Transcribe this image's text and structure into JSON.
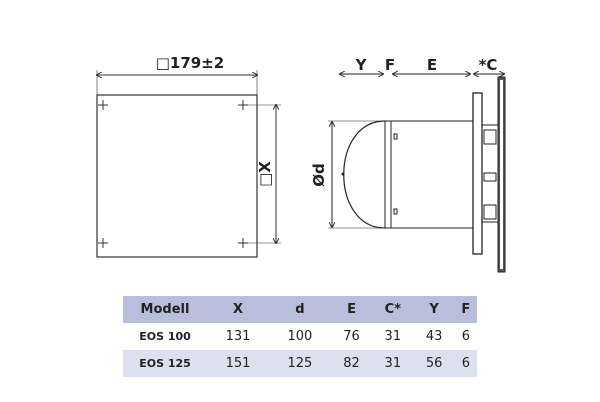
{
  "front_view": {
    "width_label": "□179±2",
    "height_label": "□X"
  },
  "side_view": {
    "labels": {
      "y": "Y",
      "f": "F",
      "e": "E",
      "c": "*C",
      "d": "Ød"
    }
  },
  "table": {
    "headers": [
      "Modell",
      "X",
      "d",
      "E",
      "C*",
      "Y",
      "F"
    ],
    "rows": [
      [
        "EOS 100",
        "131",
        "100",
        "76",
        "31",
        "43",
        "6"
      ],
      [
        "EOS 125",
        "151",
        "125",
        "82",
        "31",
        "56",
        "6"
      ]
    ]
  }
}
